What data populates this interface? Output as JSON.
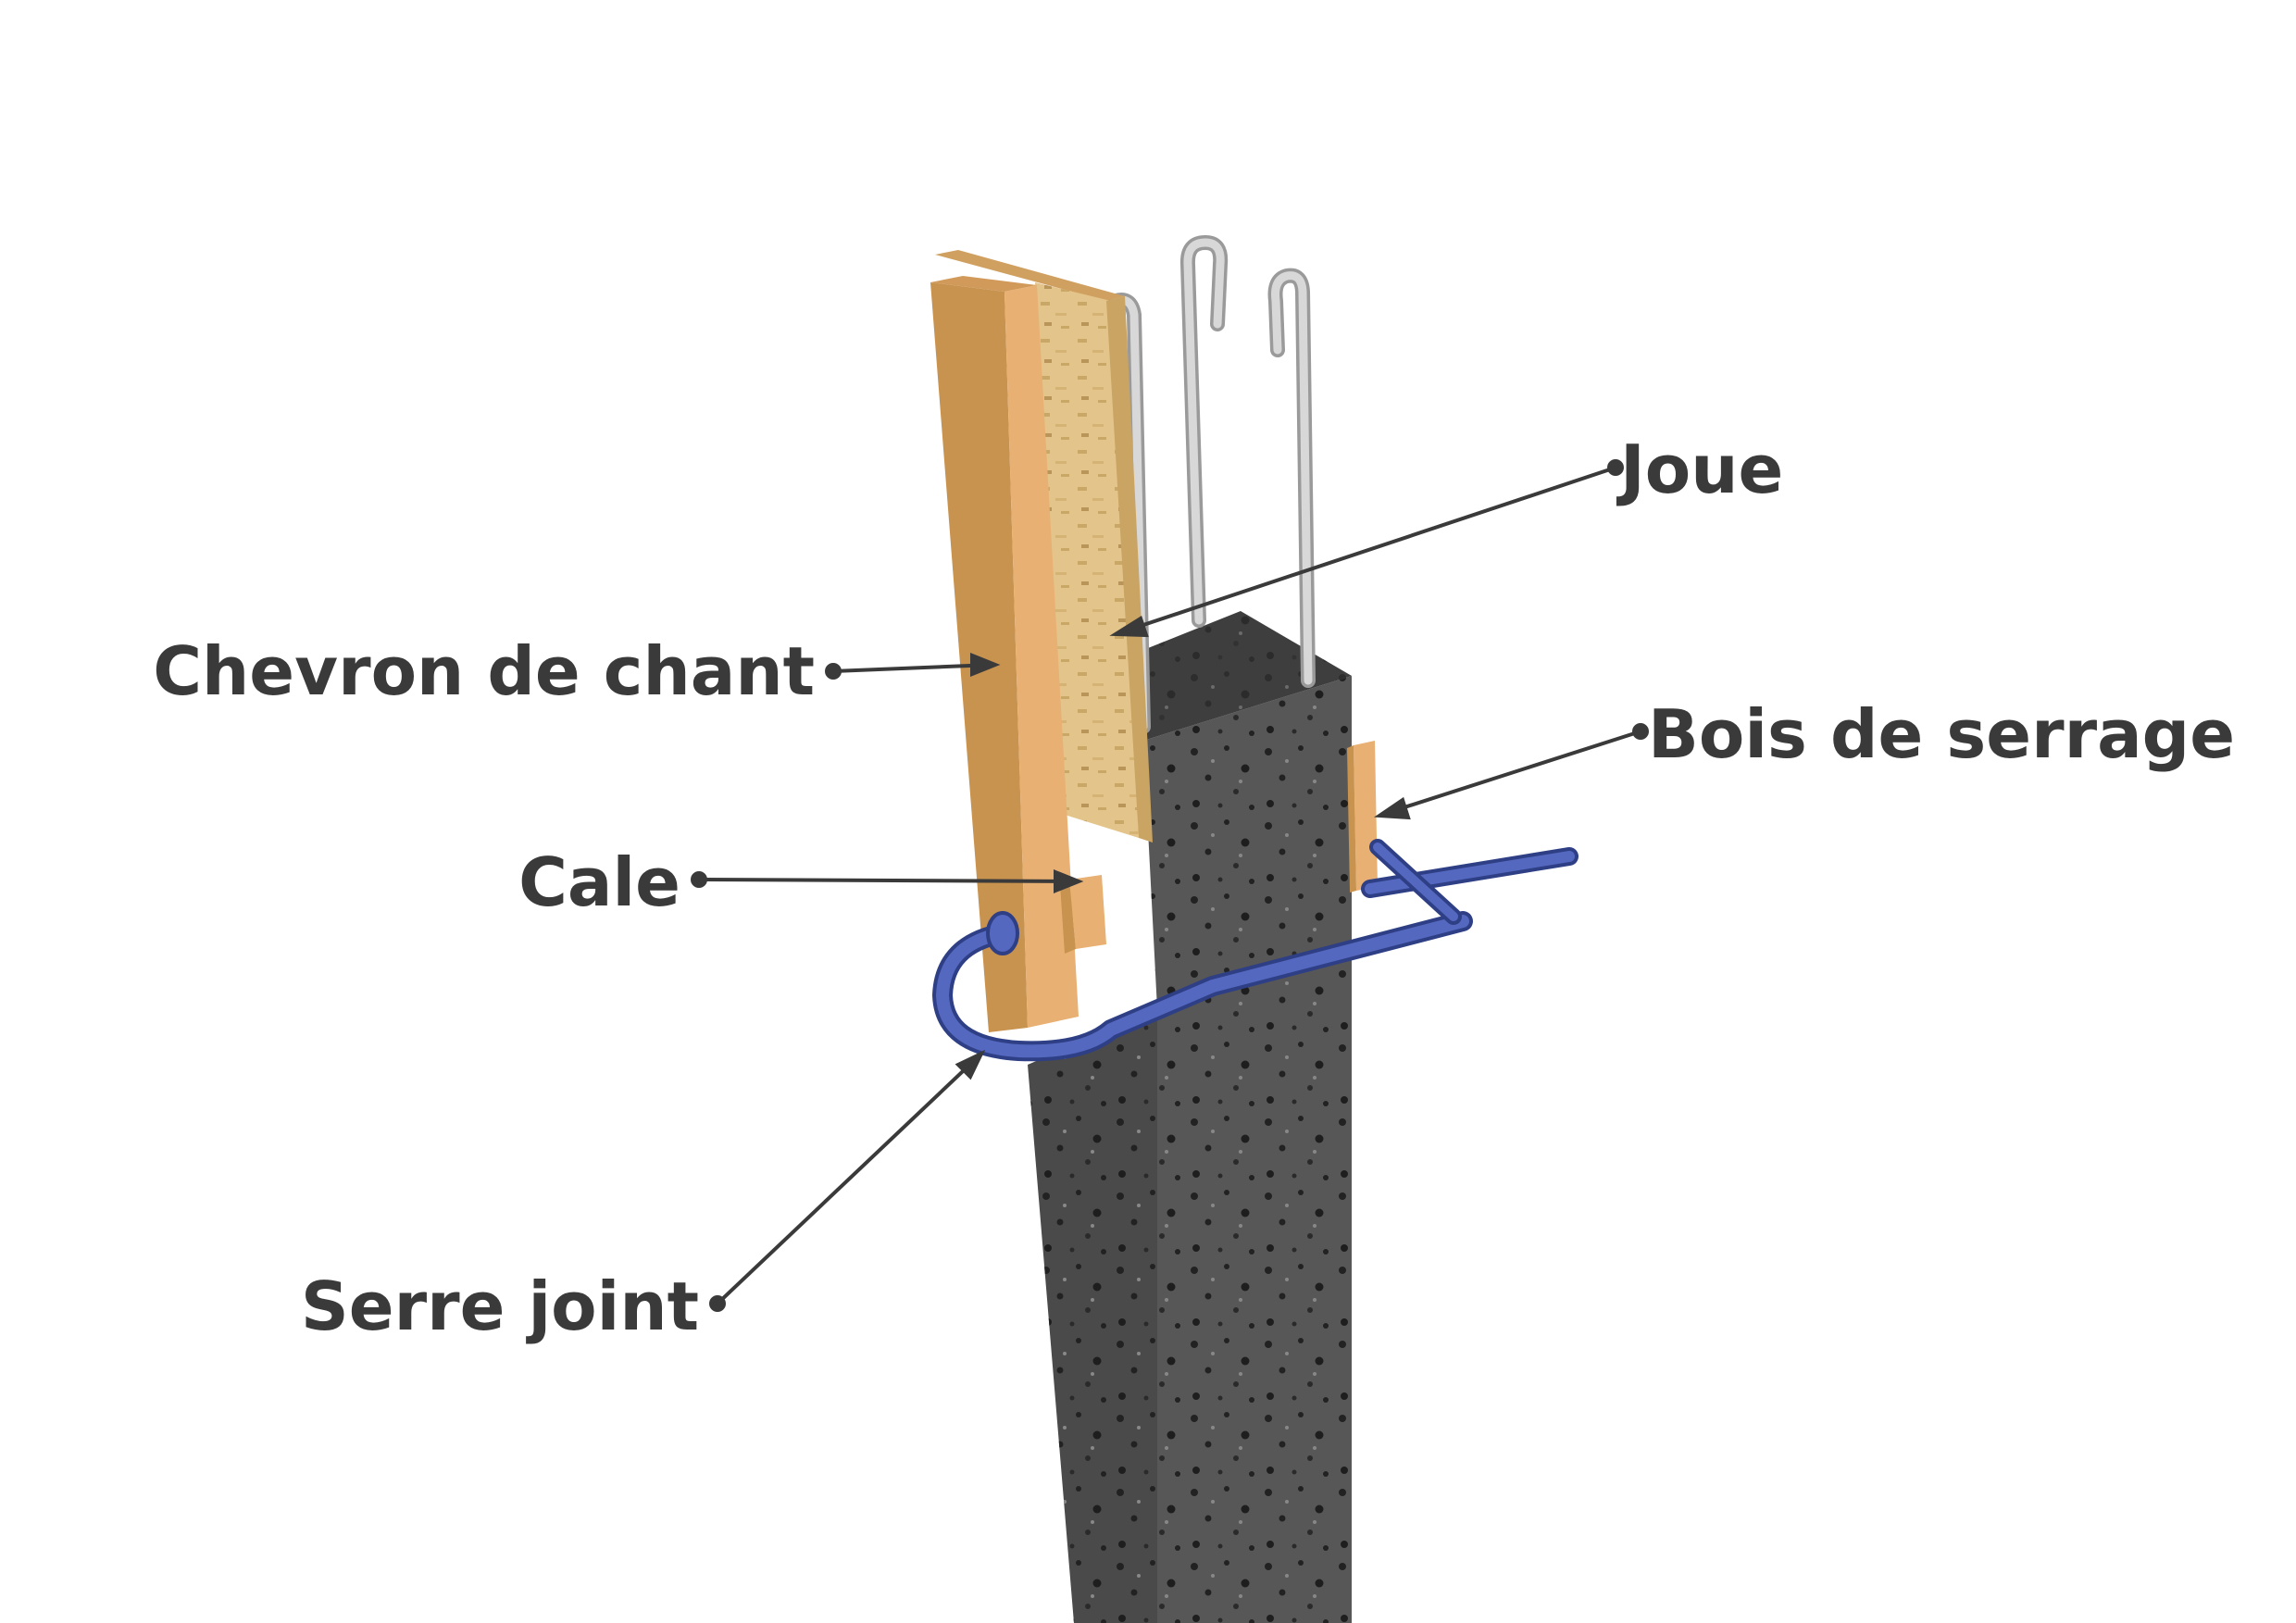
{
  "labels": {
    "joue": "Joue",
    "chevron": "Chevron de chant",
    "bois_serrage": "Bois de serrage",
    "cale": "Cale",
    "serre_joint": "Serre joint"
  },
  "colors": {
    "label_text": "#3a3a3a",
    "leader_line": "#3a3a3a",
    "concrete_front": "#4a4a4a",
    "concrete_side": "#5a5a5a",
    "concrete_top": "#3e3e3e",
    "wood_light": "#e8b072",
    "wood_dark": "#c8924f",
    "panel_osb": "#e3c48a",
    "clamp_blue": "#4a5fb0",
    "rebar": "#c8c8c8"
  }
}
